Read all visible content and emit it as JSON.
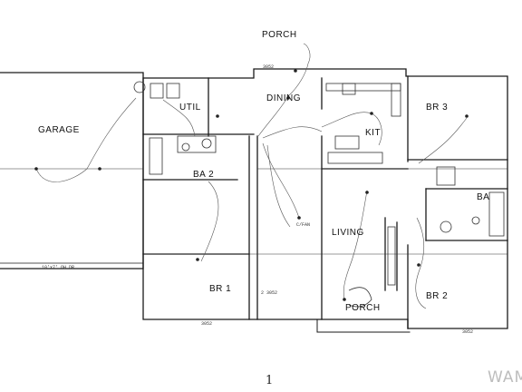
{
  "rooms": {
    "porch_top": "PORCH",
    "dining": "DINING",
    "util": "UTIL",
    "garage": "GARAGE",
    "ba2": "BA 2",
    "kit": "KIT",
    "br3": "BR 3",
    "ba1": "BA",
    "living": "LIVING",
    "br1": "BR 1",
    "porch_bottom": "PORCH",
    "br2": "BR 2"
  },
  "notes": {
    "w_3052_top": "3052",
    "w_3052_br1": "3052",
    "w_3052_br2": "3052",
    "w_2x3052": "2 3052",
    "garage_floor": "10'x7' OH DR",
    "ceiling_fan": "C/FAN",
    "page_mark": "1"
  },
  "watermark": "WAM"
}
